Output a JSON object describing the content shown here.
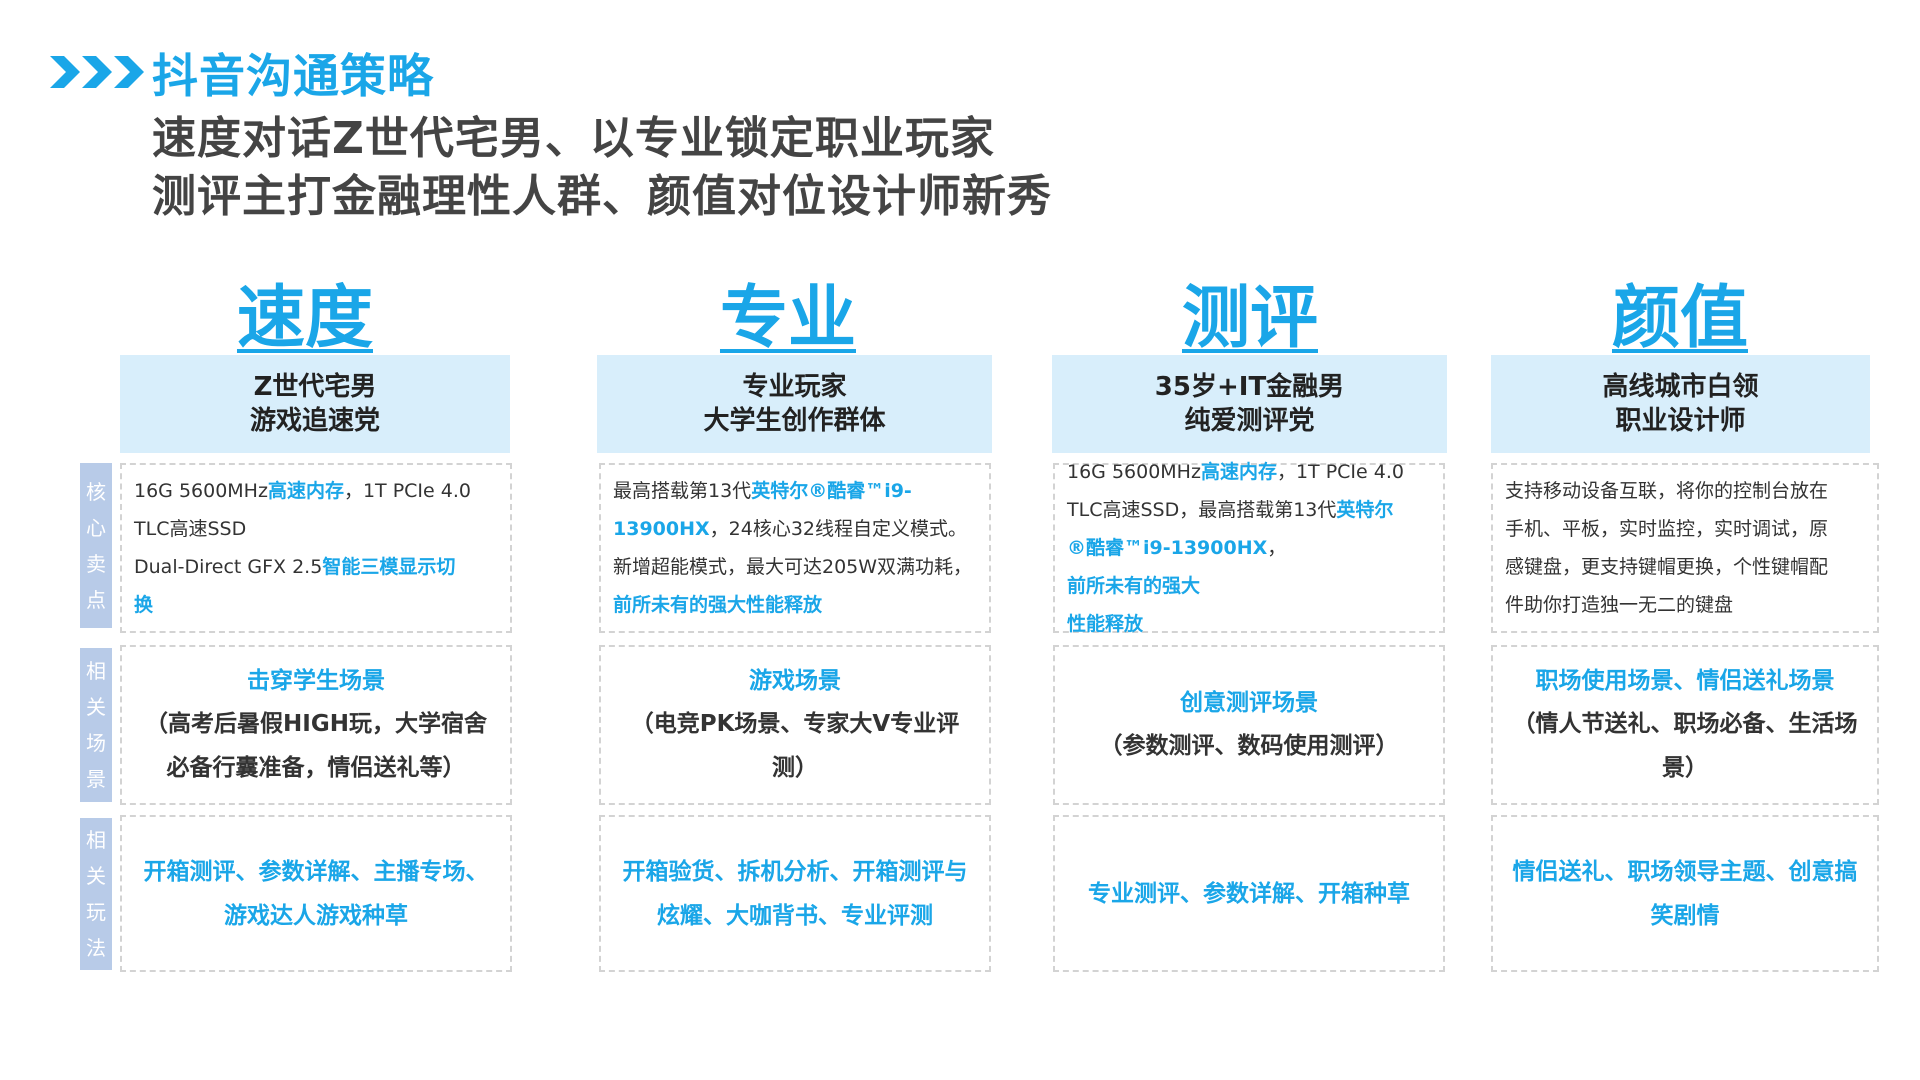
{
  "header": {
    "title": "抖音沟通策略",
    "line1": "速度对话Z世代宅男、以专业锁定职业玩家",
    "line2": "测评主打金融理性人群、颜值对位设计师新秀"
  },
  "row_labels": {
    "selling": "核心卖点",
    "scene": "相关场景",
    "play": "相关玩法"
  },
  "columns": [
    {
      "heading": "速度",
      "persona1": "Z世代宅男",
      "persona2": "游戏追速党",
      "sell": [
        {
          "a": "16G 5600MHz",
          "b": "高速内存",
          "c": "，1T PCIe 4.0"
        },
        {
          "a": "TLC高速SSD",
          "b": "",
          "c": ""
        },
        {
          "a": "Dual-Direct GFX 2.5",
          "b": "智能三模显示切",
          "c": ""
        },
        {
          "a": "",
          "b": "换",
          "c": ""
        }
      ],
      "scene_title": "击穿学生场景",
      "scene_sub": "（高考后暑假HIGH玩，大学宿舍必备行囊准备，情侣送礼等）",
      "play": "开箱测评、参数详解、主播专场、游戏达人游戏种草"
    },
    {
      "heading": "专业",
      "persona1": "专业玩家",
      "persona2": "大学生创作群体",
      "sell": [
        {
          "a": "最高搭载第13代",
          "b": "英特尔®酷睿™i9-",
          "c": ""
        },
        {
          "a": "",
          "b": "13900HX",
          "c": "，24核心32线程自定义模式。"
        },
        {
          "a": "新增超能模式，最大可达205W双满功耗，",
          "b": "",
          "c": ""
        },
        {
          "a": "",
          "b": "前所未有的强大性能释放",
          "c": ""
        }
      ],
      "scene_title": "游戏场景",
      "scene_sub": "（电竞PK场景、专家大V专业评测）",
      "play": "开箱验货、拆机分析、开箱测评与炫耀、大咖背书、专业评测"
    },
    {
      "heading": "测评",
      "persona1": "35岁+IT金融男",
      "persona2": "纯爱测评党",
      "sell": [
        {
          "a": "16G 5600MHz",
          "b": "高速内存",
          "c": "，1T PCIe 4.0"
        },
        {
          "a": "TLC高速SSD，最高搭载第13代",
          "b": "英特尔",
          "c": ""
        },
        {
          "a": "",
          "b": "®酷睿™i9-13900HX",
          "c": "，"
        },
        {
          "a": "",
          "b": "前所未有的强大",
          "c": ""
        },
        {
          "a": "",
          "b": "性能释放",
          "c": ""
        }
      ],
      "scene_title": "创意测评场景",
      "scene_sub": "（参数测评、数码使用测评）",
      "play": "专业测评、参数详解、开箱种草"
    },
    {
      "heading": "颜值",
      "persona1": "高线城市白领",
      "persona2": "职业设计师",
      "sell": [
        {
          "a": "支持移动设备互联，将你的控制台放在",
          "b": "",
          "c": ""
        },
        {
          "a": "手机、平板，实时监控，实时调试，原",
          "b": "",
          "c": ""
        },
        {
          "a": "感键盘，更支持键帽更换，个性键帽配",
          "b": "",
          "c": ""
        },
        {
          "a": "件助你打造独一无二的键盘",
          "b": "",
          "c": ""
        }
      ],
      "scene_title": "职场使用场景、情侣送礼场景",
      "scene_sub": "（情人节送礼、职场必备、生活场景）",
      "play": "情侣送礼、职场领导主题、创意搞笑剧情"
    }
  ],
  "colors": {
    "accent": "#1aa6e8",
    "persona_bg": "#d8eefb",
    "label_bg": "#b8cbe8"
  }
}
